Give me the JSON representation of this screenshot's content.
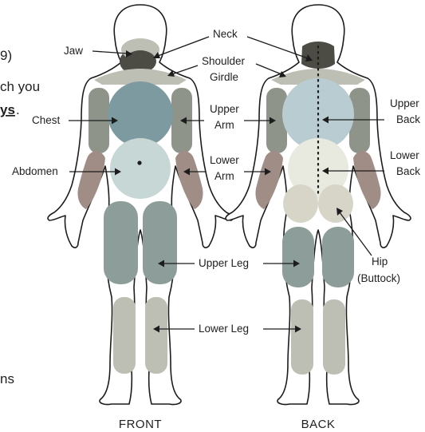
{
  "page_fragments": {
    "top": "9)",
    "line2": "ch you",
    "line3_bold": "ys",
    "line3_end": ".",
    "bottom": "ns"
  },
  "colors": {
    "dark": "#4c4c45",
    "gray": "#bebfb4",
    "olive": "#8f948a",
    "mauve": "#a08d85",
    "teal": "#7c9a9f",
    "light_teal": "#c7d7d5",
    "light_blue": "#b8ccd2",
    "cream": "#e8eadf",
    "beige": "#d6d5c8",
    "leg_teal": "#8d9e9a"
  },
  "front": {
    "caption": "FRONT",
    "labels": {
      "jaw": "Jaw",
      "neck": "Neck",
      "shoulder_1": "Shoulder",
      "shoulder_2": "Girdle",
      "upper_arm_1": "Upper",
      "upper_arm_2": "Arm",
      "chest": "Chest",
      "lower_arm_1": "Lower",
      "lower_arm_2": "Arm",
      "abdomen": "Abdomen",
      "upper_leg": "Upper Leg",
      "lower_leg": "Lower Leg"
    }
  },
  "back": {
    "caption": "BACK",
    "labels": {
      "upper_back_1": "Upper",
      "upper_back_2": "Back",
      "lower_back_1": "Lower",
      "lower_back_2": "Back",
      "hip_1": "Hip",
      "hip_2": "(Buttock)"
    }
  }
}
